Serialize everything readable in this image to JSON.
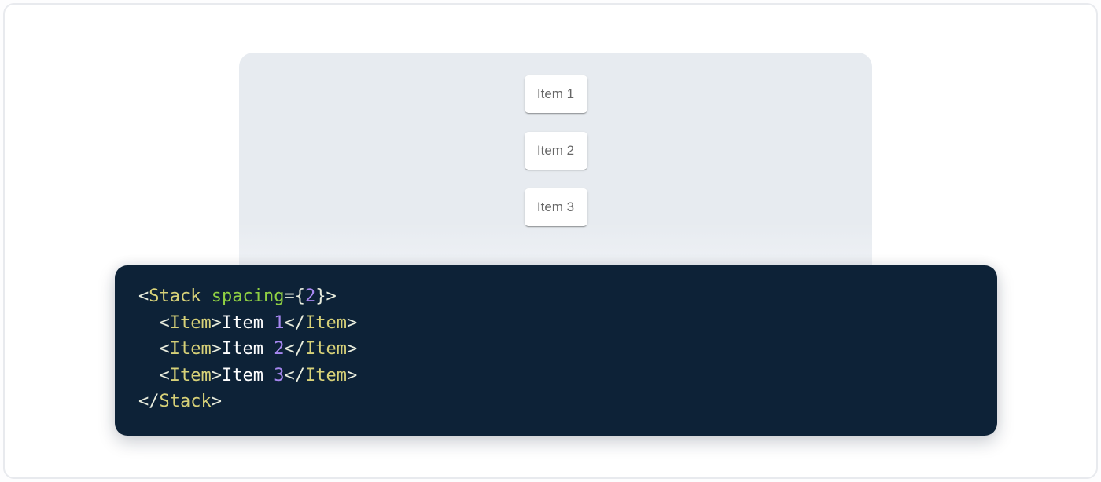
{
  "window": {
    "background": "#ffffff",
    "border_color": "#e8eaee"
  },
  "demo_panel": {
    "background": "#e7ebf0",
    "items": [
      {
        "label": "Item 1"
      },
      {
        "label": "Item 2"
      },
      {
        "label": "Item 3"
      }
    ]
  },
  "code_block": {
    "background": "#0d2237",
    "colors": {
      "tag": "#d7d178",
      "attr_name": "#8fd043",
      "number": "#a687f0",
      "punctuation": "#e9edde",
      "plain": "#ffffff"
    },
    "source_text": "<Stack spacing={2}>\n  <Item>Item 1</Item>\n  <Item>Item 2</Item>\n  <Item>Item 3</Item>\n</Stack>",
    "lines": [
      {
        "tokens": [
          {
            "type": "punctuation",
            "text": "<"
          },
          {
            "type": "tag",
            "text": "Stack"
          },
          {
            "type": "plain",
            "text": " "
          },
          {
            "type": "attr_name",
            "text": "spacing"
          },
          {
            "type": "punctuation",
            "text": "={"
          },
          {
            "type": "number",
            "text": "2"
          },
          {
            "type": "punctuation",
            "text": "}>"
          }
        ]
      },
      {
        "tokens": [
          {
            "type": "plain",
            "text": "  "
          },
          {
            "type": "punctuation",
            "text": "<"
          },
          {
            "type": "tag",
            "text": "Item"
          },
          {
            "type": "punctuation",
            "text": ">"
          },
          {
            "type": "plain",
            "text": "Item "
          },
          {
            "type": "number",
            "text": "1"
          },
          {
            "type": "punctuation",
            "text": "</"
          },
          {
            "type": "tag",
            "text": "Item"
          },
          {
            "type": "punctuation",
            "text": ">"
          }
        ]
      },
      {
        "tokens": [
          {
            "type": "plain",
            "text": "  "
          },
          {
            "type": "punctuation",
            "text": "<"
          },
          {
            "type": "tag",
            "text": "Item"
          },
          {
            "type": "punctuation",
            "text": ">"
          },
          {
            "type": "plain",
            "text": "Item "
          },
          {
            "type": "number",
            "text": "2"
          },
          {
            "type": "punctuation",
            "text": "</"
          },
          {
            "type": "tag",
            "text": "Item"
          },
          {
            "type": "punctuation",
            "text": ">"
          }
        ]
      },
      {
        "tokens": [
          {
            "type": "plain",
            "text": "  "
          },
          {
            "type": "punctuation",
            "text": "<"
          },
          {
            "type": "tag",
            "text": "Item"
          },
          {
            "type": "punctuation",
            "text": ">"
          },
          {
            "type": "plain",
            "text": "Item "
          },
          {
            "type": "number",
            "text": "3"
          },
          {
            "type": "punctuation",
            "text": "</"
          },
          {
            "type": "tag",
            "text": "Item"
          },
          {
            "type": "punctuation",
            "text": ">"
          }
        ]
      },
      {
        "tokens": [
          {
            "type": "punctuation",
            "text": "</"
          },
          {
            "type": "tag",
            "text": "Stack"
          },
          {
            "type": "punctuation",
            "text": ">"
          }
        ]
      }
    ]
  }
}
